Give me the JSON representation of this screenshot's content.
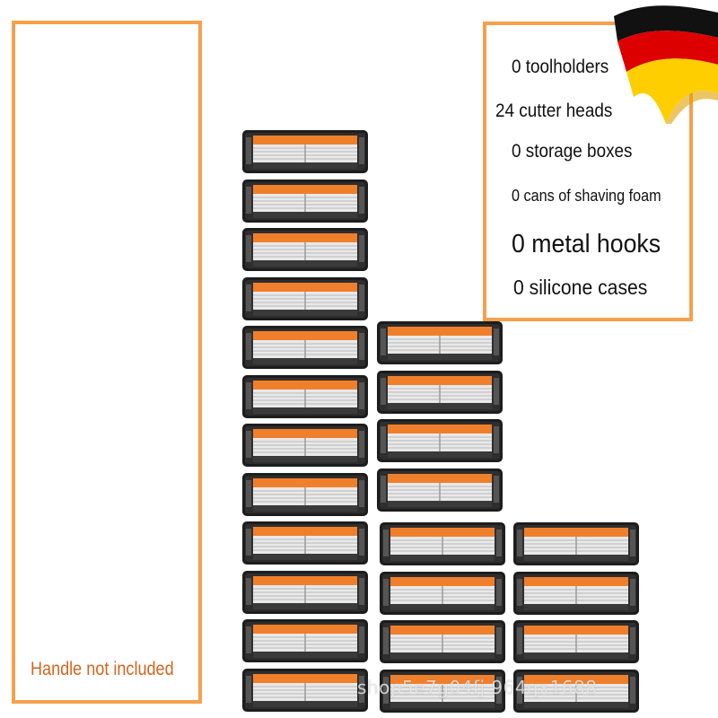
{
  "handle_note": "Handle not included",
  "contents": [
    "0 toolholders",
    "24 cutter heads",
    "0 storage boxes",
    "0 cans of shaving foam",
    "0 metal hooks",
    "0 silicone cases"
  ],
  "watermark": "shop5e7g04fj 964qx1688",
  "flag_icon": "germany-flag-icon",
  "cartridge_count": 24,
  "colors": {
    "border": "#f5a04c",
    "note_text": "#d4651e",
    "cartridge_orange": "#f07f2c",
    "cartridge_black": "#1d1d1d",
    "flag": [
      "#000000",
      "#dd0000",
      "#ffce00"
    ]
  }
}
